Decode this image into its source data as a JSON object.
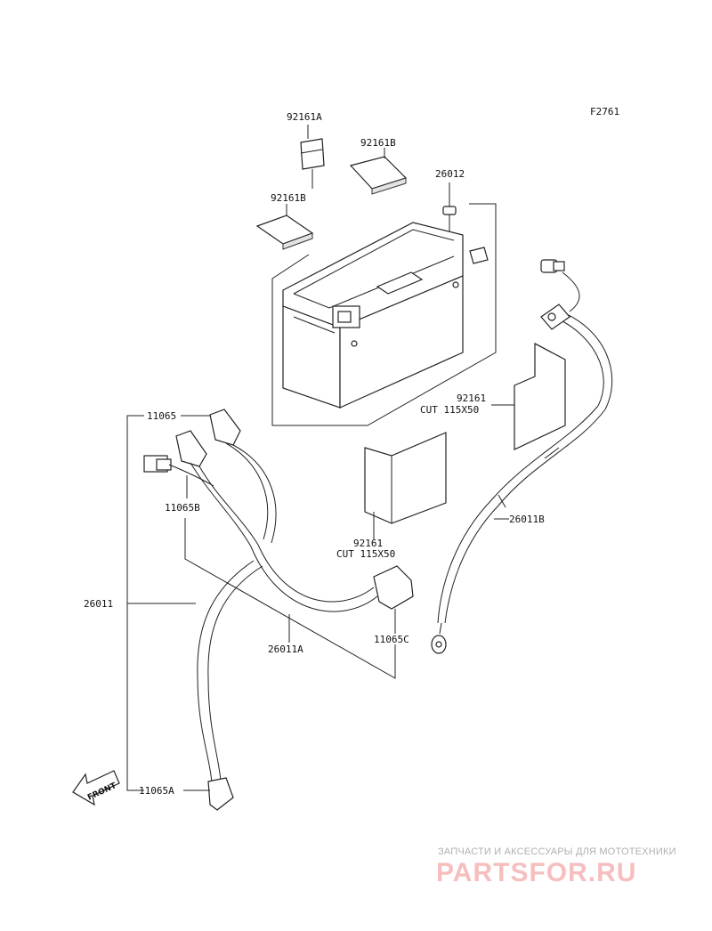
{
  "figure_code": "F2761",
  "parts": {
    "p92161A": "92161A",
    "p92161B_1": "92161B",
    "p92161B_2": "92161B",
    "p26012": "26012",
    "p92161_1_code": "92161",
    "p92161_1_size": "CUT 115X50",
    "p92161_2_code": "92161",
    "p92161_2_size": "CUT 115X50",
    "p26011B": "26011B",
    "p11065": "11065",
    "p11065B": "11065B",
    "p26011": "26011",
    "p26011A": "26011A",
    "p11065C": "11065C",
    "p11065A": "11065A"
  },
  "front_label": "FRONT",
  "watermark": {
    "tagline": "ЗАПЧАСТИ И АКСЕССУАРЫ ДЛЯ МОТОТЕХНИКИ",
    "logo": "PARTSFOR.RU"
  }
}
